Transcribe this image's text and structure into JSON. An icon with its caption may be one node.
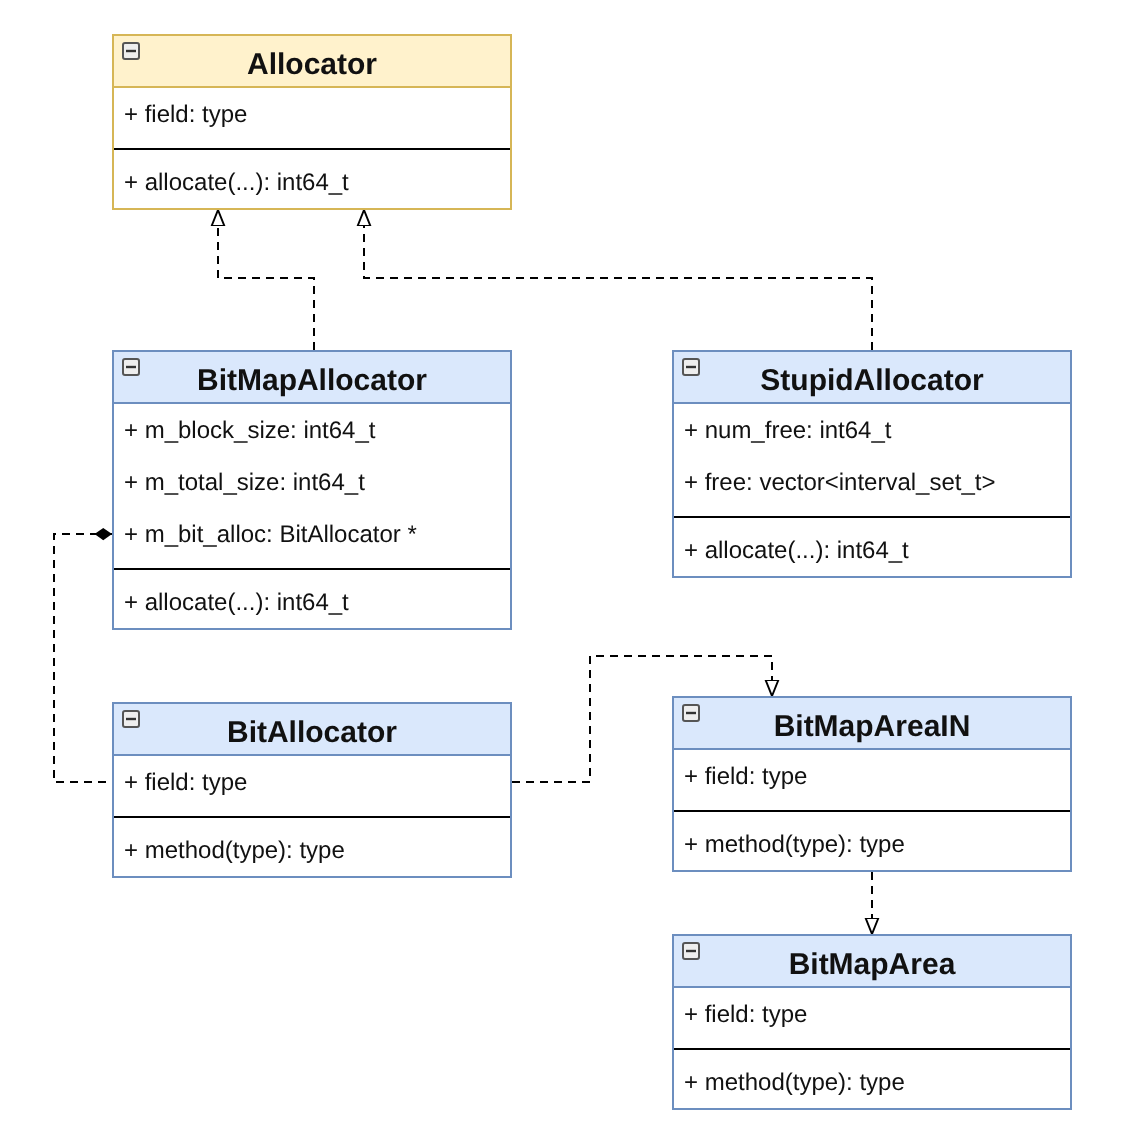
{
  "diagram": {
    "nodes": [
      {
        "text": [
          "Allocator",
          "+ field: type",
          "+ allocate(...): int64_t"
        ]
      },
      {
        "text": [
          "BitMapAllocator",
          "+ m_block_size: int64_t",
          "+ m_total_size: int64_t",
          "+ m_bit_alloc: BitAllocator *",
          "+ allocate(...): int64_t"
        ]
      },
      {
        "text": [
          "StupidAllocator",
          "+ num_free: int64_t",
          "+ free: vector<interval_set_t>",
          "+ allocate(...): int64_t"
        ]
      },
      {
        "text": [
          "BitAllocator",
          "+ field: type",
          "+ method(type): type"
        ]
      },
      {
        "text": [
          "BitMapAreaIN",
          "+ field: type",
          "+ method(type): type"
        ]
      },
      {
        "text": [
          "BitMapArea",
          "+ field: type",
          "+ method(type): type"
        ]
      }
    ],
    "edges": [
      {
        "from": 1,
        "to": 0,
        "arrow": "to",
        "style": "dashed"
      },
      {
        "from": 2,
        "to": 0,
        "arrow": "to",
        "style": "dashed"
      },
      {
        "from": 1,
        "to": 3,
        "arrow": "other",
        "style": "dashed"
      },
      {
        "from": 3,
        "to": 4,
        "arrow": "to",
        "style": "dashed"
      },
      {
        "from": 4,
        "to": 5,
        "arrow": "to",
        "style": "dashed"
      }
    ]
  }
}
